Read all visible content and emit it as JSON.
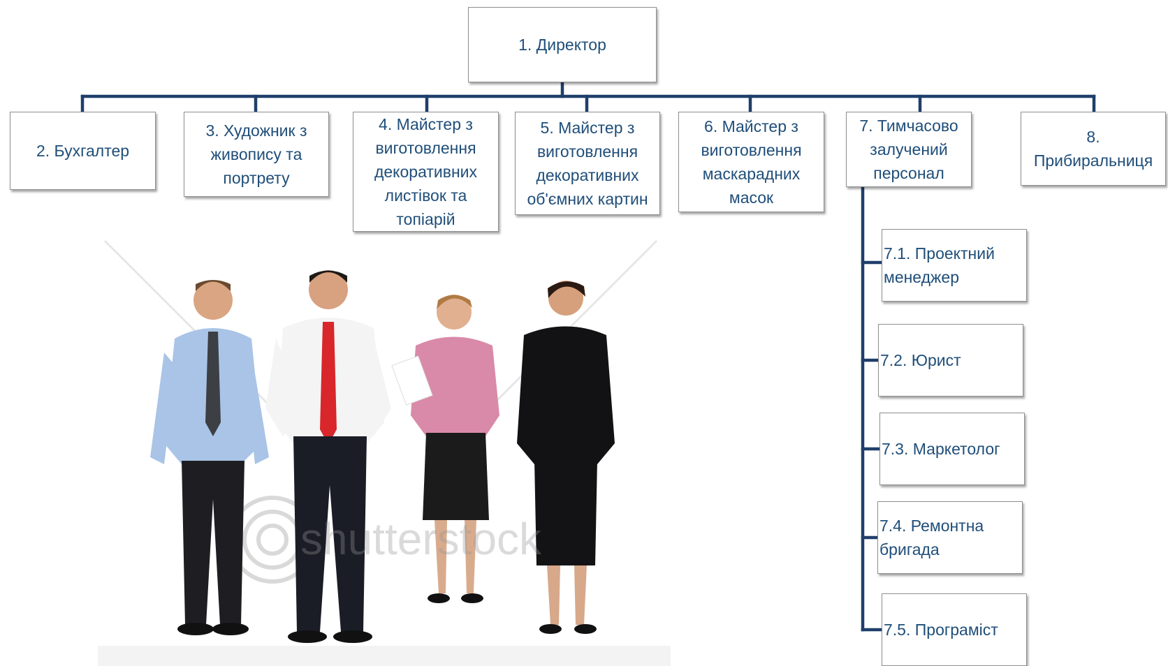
{
  "colors": {
    "line": "#1f3f6b",
    "text": "#1f4e79",
    "box_border": "#8e8e8e"
  },
  "org_chart": {
    "root": "1. Директор",
    "departments": [
      "2. Бухгалтер",
      "3. Художник з живопису та портрету",
      "4. Майстер з виготовлення декоративних листівок та топіарій",
      "5. Майстер з виготовлення декоративних об'ємних картин",
      "6. Майстер з виготовлення маскарадних масок",
      "7. Тимчасово залучений персонал",
      "8. Прибиральниця"
    ],
    "sub_staff": [
      "7.1. Проектний менеджер",
      "7.2. Юрист",
      "7.3. Маркетолог",
      "7.4. Ремонтна бригада",
      "7.5. Програміст"
    ]
  },
  "illustration": {
    "subject": "business-team-photo",
    "watermark": "shutterstock"
  }
}
